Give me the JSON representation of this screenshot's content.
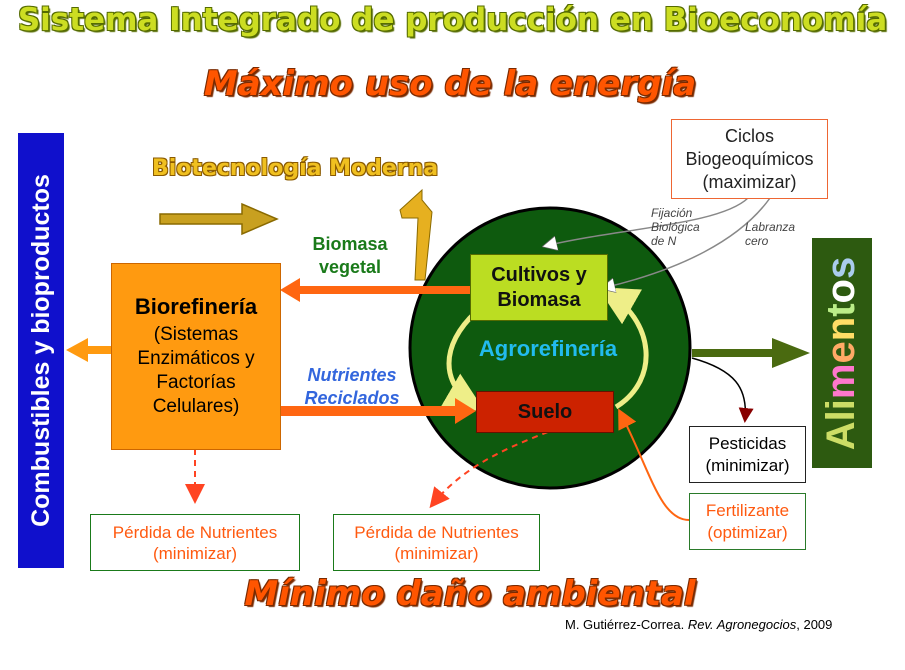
{
  "title": "Sistema Integrado de producción en Bioeconomía",
  "subtitle_top": "Máximo uso de la energía",
  "subtitle_bottom": "Mínimo daño ambiental",
  "biotecnologia": "Biotecnología Moderna",
  "left_bar": "Combustibles y bioproductos",
  "right_bar": {
    "letters": [
      "A",
      "l",
      "i",
      "m",
      "e",
      "n",
      "t",
      "o",
      "s"
    ],
    "colors": [
      "#ccdd66",
      "#ccdd66",
      "#ccdd66",
      "#ff77cc",
      "#ffaa66",
      "#ffdd66",
      "#bbee88",
      "#ffffff",
      "#aaccee"
    ]
  },
  "biorefineria": {
    "title": "Biorefinería",
    "lines": [
      "(Sistemas",
      "Enzimáticos y",
      "Factorías",
      "Celulares)"
    ]
  },
  "cultivos": [
    "Cultivos y",
    "Biomasa"
  ],
  "suelo": "Suelo",
  "agrorefineria": "Agrorefinería",
  "biomasa_vegetal": [
    "Biomasa",
    "vegetal"
  ],
  "nutrientes_reciclados": [
    "Nutrientes",
    "Reciclados"
  ],
  "ciclos": [
    "Ciclos",
    "Biogeoquímicos",
    "(maximizar)"
  ],
  "fijacion": [
    "Fijación",
    "Biológica",
    "de N"
  ],
  "labranza": [
    "Labranza",
    "cero"
  ],
  "pesticidas": [
    "Pesticidas",
    "(minimizar)"
  ],
  "fertilizante": [
    "Fertilizante",
    "(optimizar)"
  ],
  "perdida_left": [
    "Pérdida de Nutrientes",
    "(minimizar)"
  ],
  "perdida_center": [
    "Pérdida de Nutrientes",
    "(minimizar)"
  ],
  "credit": {
    "author": "M. Gutiérrez-Correa.",
    "journal": "Rev. Agronegocios",
    "year": ", 2009"
  },
  "colors": {
    "orange_arrow": "#ff6611",
    "circle": "#0e5a0e",
    "dark_green_arrow": "#4a6a10",
    "gold_arrow": "#c8a020"
  }
}
